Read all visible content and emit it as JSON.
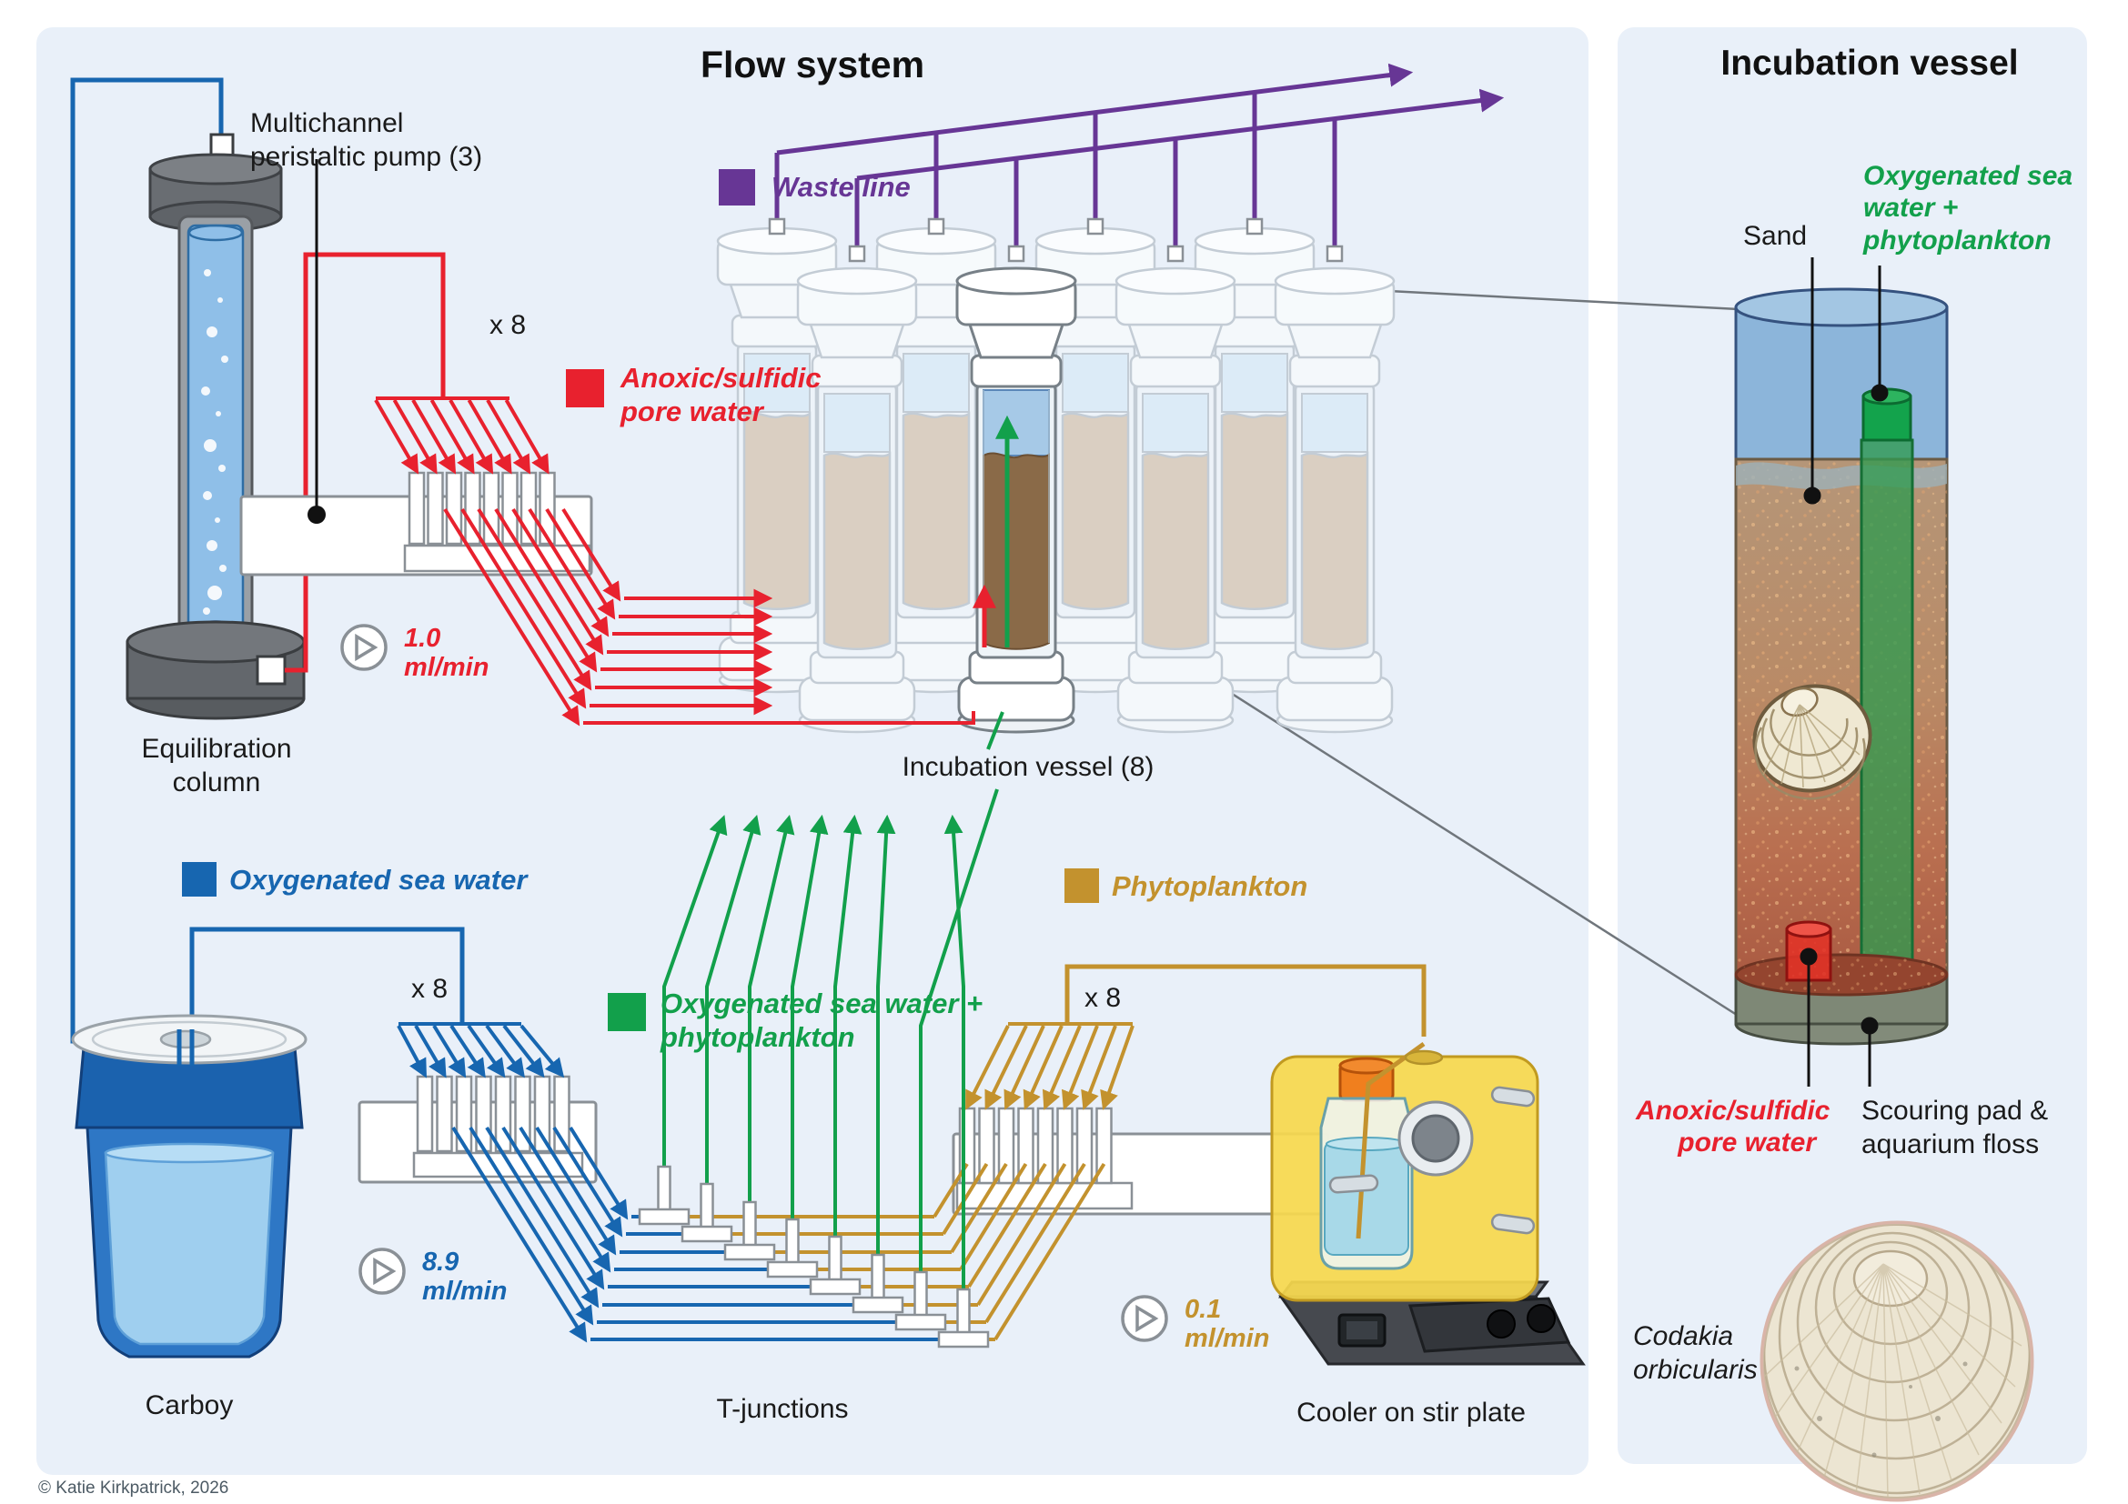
{
  "copyright": "© Katie Kirkpatrick, 2026",
  "colors": {
    "waste": "#673695",
    "anoxic": "#e8212e",
    "seawater": "#1766b0",
    "mix": "#12a04b",
    "phytoplankton": "#c3922e",
    "panel_bg": "#e9f0f9"
  },
  "flow_system": {
    "title": "Flow system",
    "legend": {
      "waste_line": "Waste line",
      "anoxic_pore_water": "Anoxic/sulfidic pore water",
      "oxygenated_sea_water": "Oxygenated sea water",
      "oxygenated_sea_water_phytoplankton": "Oxygenated sea water + phytoplankton",
      "phytoplankton": "Phytoplankton"
    },
    "labels": {
      "multichannel_pump": "Multichannel peristaltic pump (3)",
      "equilibration_column": "Equilibration column",
      "carboy": "Carboy",
      "t_junctions": "T-junctions",
      "cooler": "Cooler on stir plate",
      "incubation_vessel_count": "Incubation vessel (8)",
      "x8_anoxic": "x 8",
      "x8_seawater": "x 8",
      "x8_phytoplankton": "x 8"
    },
    "flow_rates": {
      "anoxic": {
        "value": "1.0",
        "unit": "ml/min"
      },
      "seawater": {
        "value": "8.9",
        "unit": "ml/min"
      },
      "phytoplankton": {
        "value": "0.1",
        "unit": "ml/min"
      }
    }
  },
  "incubation_vessel": {
    "title": "Incubation vessel",
    "labels": {
      "sand": "Sand",
      "inflow_mix": "Oxygenated sea water + phytoplankton",
      "inflow_anoxic": "Anoxic/sulfidic pore water",
      "base": "Scouring pad & aquarium floss",
      "species": "Codakia orbicularis"
    }
  }
}
